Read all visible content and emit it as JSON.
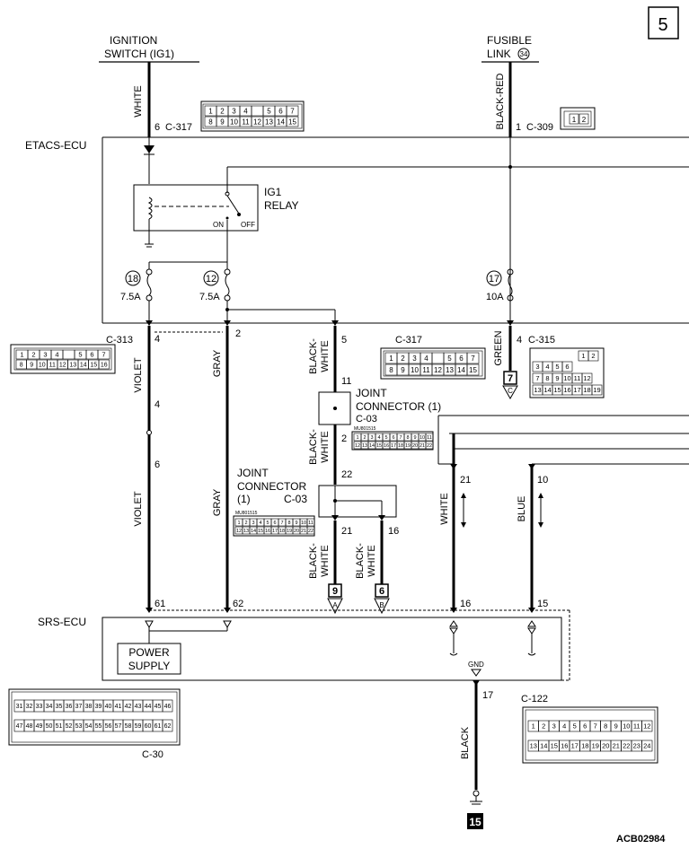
{
  "page_number": "5",
  "diagram_id": "ACB02984",
  "ground_number": "15",
  "sources": {
    "ignition_line1": "IGNITION",
    "ignition_line2": "SWITCH (IG1)",
    "fusible_line1": "FUSIBLE",
    "fusible_line2": "LINK",
    "fusible_number": "34"
  },
  "ecus": {
    "etacs": "ETACS-ECU",
    "srs": "SRS-ECU",
    "power_supply_line1": "POWER",
    "power_supply_line2": "SUPPLY",
    "gnd": "GND"
  },
  "relay": {
    "line1": "IG1",
    "line2": "RELAY",
    "on": "ON",
    "off": "OFF"
  },
  "fuses": [
    {
      "number": "18",
      "rating": "7.5A"
    },
    {
      "number": "12",
      "rating": "7.5A"
    },
    {
      "number": "17",
      "rating": "10A"
    }
  ],
  "joint_connector": {
    "line1": "JOINT",
    "line2": "CONNECTOR (1)",
    "line2b": "CONNECTOR",
    "line3": "(1)",
    "code": "C-03",
    "face_code": "MU801515"
  },
  "wires": {
    "white": "WHITE",
    "black_red": "BLACK-RED",
    "violet": "VIOLET",
    "gray": "GRAY",
    "black_white_1": "BLACK-",
    "black_white_2": "WHITE",
    "green": "GREEN",
    "blue": "BLUE",
    "black": "BLACK"
  },
  "connectors": {
    "c317": "C-317",
    "c309": "C-309",
    "c313": "C-313",
    "c315": "C-315",
    "c30": "C-30",
    "c122": "C-122",
    "c03": "C-03"
  },
  "pins": {
    "ign_pin": "6",
    "fus_pin": "1",
    "violet_top": "4",
    "gray_top": "2",
    "bw_top": "5",
    "green_top": "4",
    "violet_mid1": "4",
    "violet_mid2": "6",
    "bw_11": "11",
    "bw_2": "2",
    "bw_22": "22",
    "bw_21": "21",
    "bw_16": "16",
    "white_21": "21",
    "blue_10": "10",
    "srs_61": "61",
    "srs_62": "62",
    "srs_16": "16",
    "srs_15": "15",
    "gnd_17": "17",
    "c315_pin": "7"
  },
  "offpage": {
    "c": "C",
    "a": "A",
    "b": "B",
    "a_num": "9",
    "b_num": "6"
  },
  "connector_faces": {
    "c317_top": [
      "1",
      "2",
      "3",
      "4",
      "",
      "5",
      "6",
      "7"
    ],
    "c317_bottom": [
      "8",
      "9",
      "10",
      "11",
      "12",
      "13",
      "14",
      "15"
    ],
    "c309": [
      "1",
      "2"
    ],
    "c313_top": [
      "1",
      "2",
      "3",
      "4",
      "",
      "5",
      "6",
      "7"
    ],
    "c313_bottom": [
      "8",
      "9",
      "10",
      "11",
      "12",
      "13",
      "14",
      "15",
      "16"
    ],
    "c315_rows": [
      [
        "1",
        "2"
      ],
      [
        "3",
        "4",
        "5",
        "6"
      ],
      [
        "7",
        "8",
        "9",
        "10",
        "11",
        "12"
      ],
      [
        "13",
        "14",
        "15",
        "16",
        "17",
        "18",
        "19"
      ]
    ],
    "c03_top": [
      "1",
      "2",
      "3",
      "4",
      "5",
      "6",
      "7",
      "8",
      "9",
      "10",
      "11"
    ],
    "c03_bottom": [
      "12",
      "13",
      "14",
      "15",
      "16",
      "17",
      "18",
      "19",
      "20",
      "21",
      "22"
    ],
    "c30_top": [
      "31",
      "32",
      "33",
      "34",
      "35",
      "36",
      "37",
      "38",
      "39",
      "40",
      "41",
      "42",
      "43",
      "44",
      "45",
      "46"
    ],
    "c30_bottom": [
      "47",
      "48",
      "49",
      "50",
      "51",
      "52",
      "53",
      "54",
      "55",
      "56",
      "57",
      "58",
      "59",
      "60",
      "61",
      "62"
    ],
    "c122_top": [
      "1",
      "2",
      "3",
      "4",
      "5",
      "6",
      "7",
      "8",
      "9",
      "10",
      "11",
      "12"
    ],
    "c122_bottom": [
      "13",
      "14",
      "15",
      "16",
      "17",
      "18",
      "19",
      "20",
      "21",
      "22",
      "23",
      "24"
    ]
  }
}
